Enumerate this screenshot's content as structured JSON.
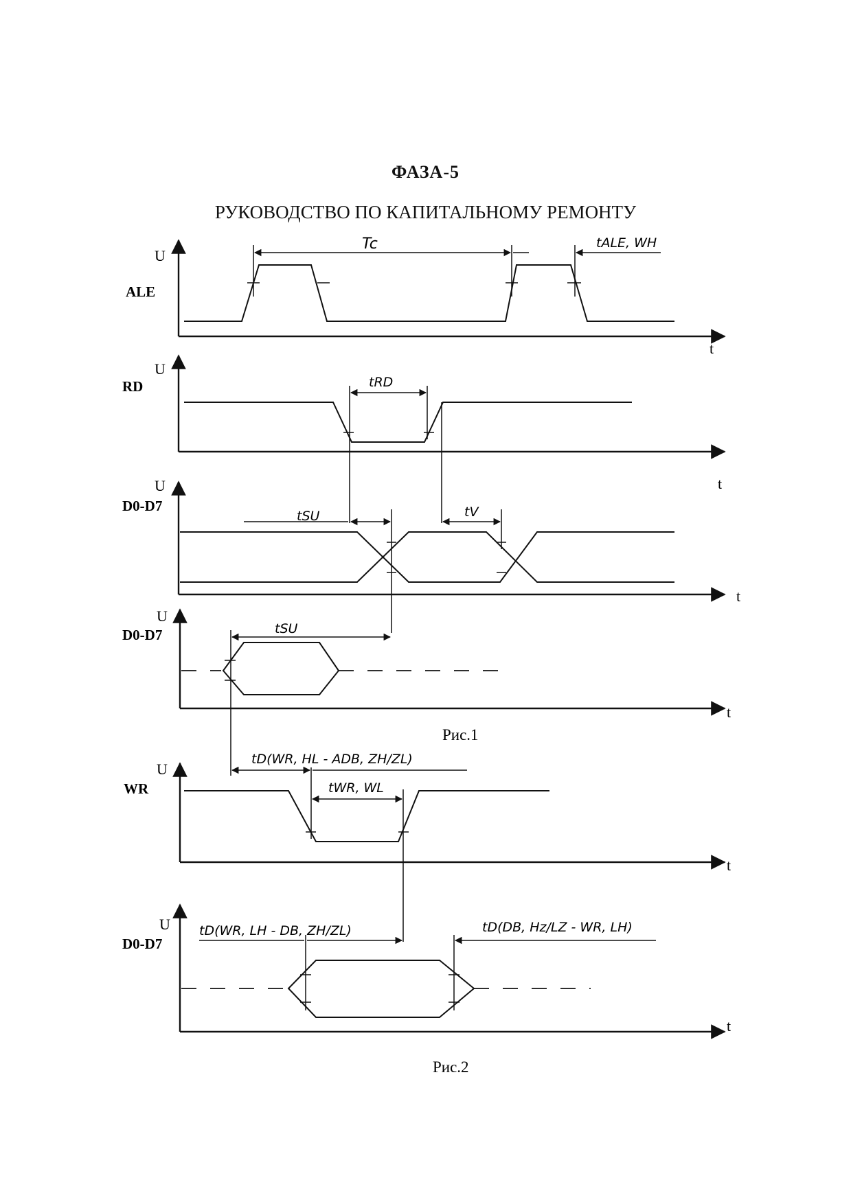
{
  "document": {
    "title": "ФАЗА-5",
    "subtitle": "РУКОВОДСТВО ПО КАПИТАЛЬНОМУ РЕМОНТУ"
  },
  "figure1": {
    "caption": "Рис.1",
    "signals": [
      {
        "name": "ALE",
        "y_axis": "U",
        "x_axis": "t"
      },
      {
        "name": "RD",
        "y_axis": "U",
        "x_axis": "t"
      },
      {
        "name": "D0-D7",
        "y_axis": "U",
        "x_axis": "t"
      },
      {
        "name": "D0-D7",
        "y_axis": "U",
        "x_axis": "t"
      }
    ],
    "annotations": {
      "tc": "Tc",
      "t_ale_wh": "tALE, WH",
      "t_rd": "tRD",
      "t_su_1": "tSU",
      "t_v": "tV",
      "t_su_2": "tSU"
    }
  },
  "figure2": {
    "caption": "Рис.2",
    "signals": [
      {
        "name": "WR",
        "y_axis": "U",
        "x_axis": "t"
      },
      {
        "name": "D0-D7",
        "y_axis": "U",
        "x_axis": "t"
      }
    ],
    "annotations": {
      "t_d_wr_hl": "tD(WR, HL - ADB, ZH/ZL)",
      "t_wr_wl": "tWR, WL",
      "t_d_wr_lh": "tD(WR, LH - DB, ZH/ZL)",
      "t_d_db_hz": "tD(DB, Hz/LZ - WR, LH)"
    }
  }
}
